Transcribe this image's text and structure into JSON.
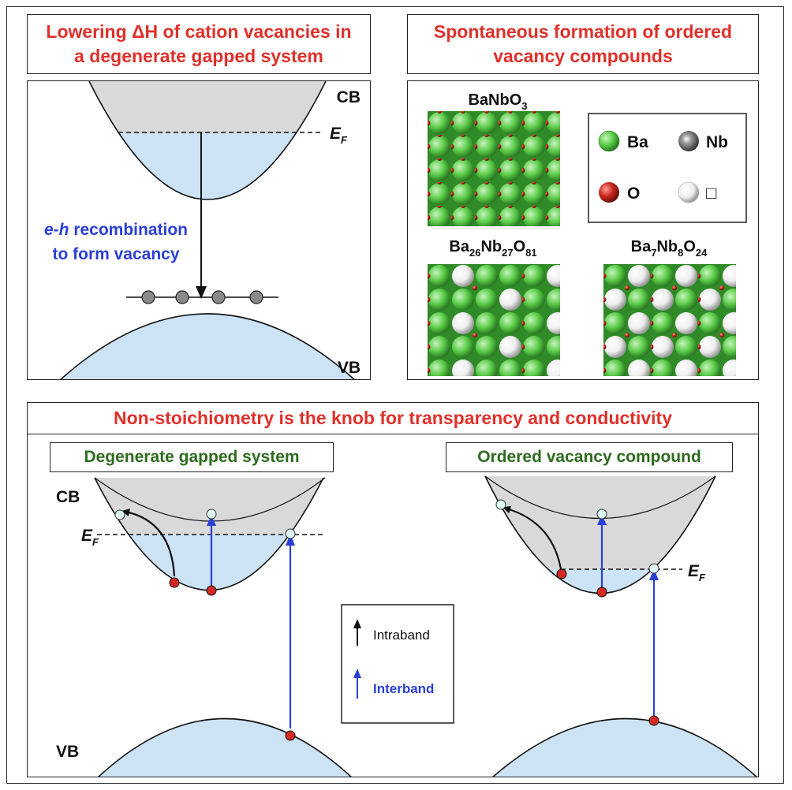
{
  "panel_top_left": {
    "title_line1": "Lowering ΔH of cation vacancies in",
    "title_line2": "a degenerate gapped system",
    "cb_label": "CB",
    "vb_label": "VB",
    "ef_label": "E",
    "ef_sub": "F",
    "recomb_italic": "e-h",
    "recomb_rest": " recombination",
    "recomb_line2": "to form vacancy"
  },
  "panel_top_right": {
    "title_line1": "Spontaneous formation of ordered",
    "title_line2": "vacancy compounds",
    "struct1": {
      "parts": [
        "BaNbO",
        "3"
      ]
    },
    "struct2": {
      "parts": [
        "Ba",
        "26",
        "Nb",
        "27",
        "O",
        "81"
      ]
    },
    "struct3": {
      "parts": [
        "Ba",
        "7",
        "Nb",
        "8",
        "O",
        "24"
      ]
    },
    "legend": {
      "ba": "Ba",
      "nb": "Nb",
      "o": "O",
      "vacancy": "□"
    }
  },
  "panel_bottom": {
    "title": "Non-stoichiometry is the knob for transparency and conductivity",
    "sub_left": "Degenerate gapped system",
    "sub_right": "Ordered vacancy compound",
    "cb_label": "CB",
    "vb_label": "VB",
    "ef_label": "E",
    "ef_sub": "F",
    "legend": {
      "intraband": "Intraband",
      "interband": "Interband"
    }
  },
  "colors": {
    "title_red": "#e0302a",
    "sub_green": "#2e6b1f",
    "band_fill": "#cce3f5",
    "band_gray": "#d9d9d9",
    "arrow_blue": "#2a3fd6",
    "electron_red": "#d42a22",
    "hole_cyan": "#dff7f3",
    "ba_green": "#5ccd4a",
    "o_red": "#c8241c",
    "vacancy_white": "#eeeeee"
  }
}
